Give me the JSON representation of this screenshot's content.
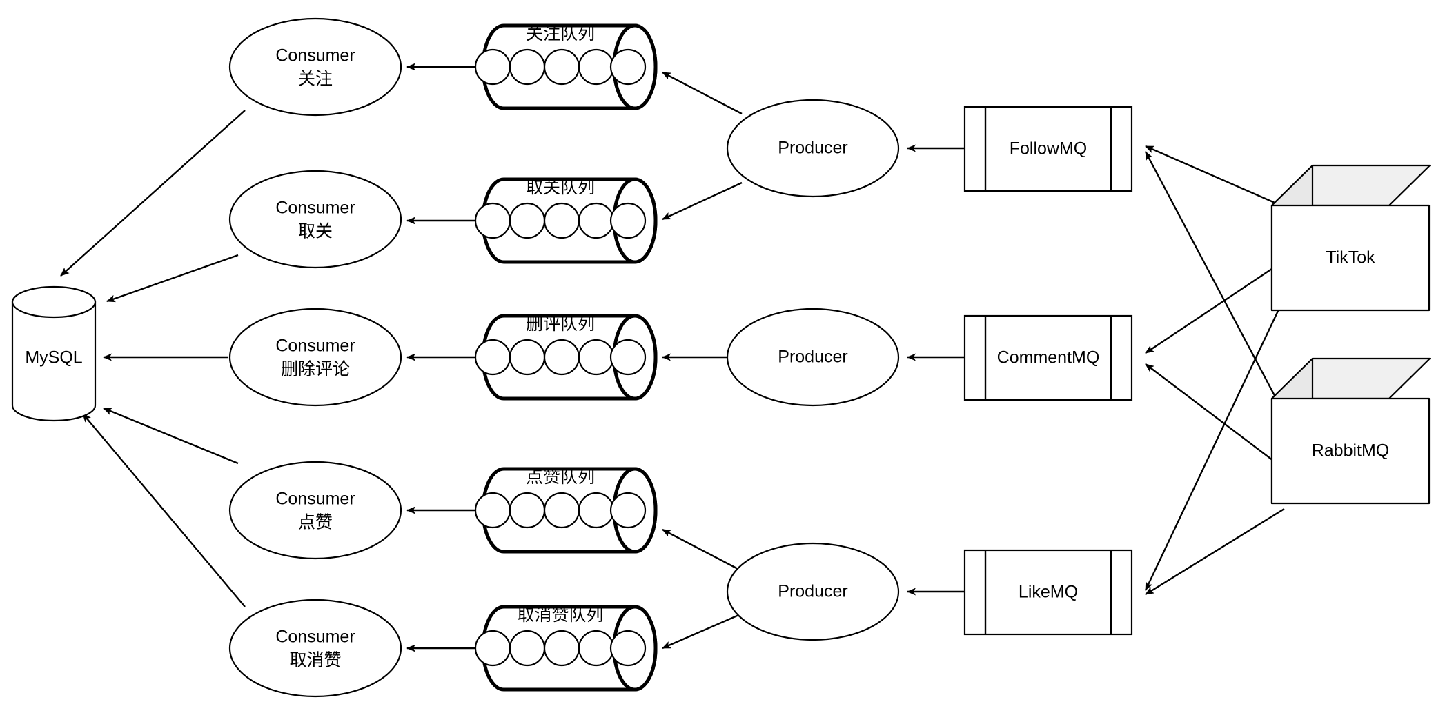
{
  "diagram": {
    "title": "MQ consumer pipeline architecture",
    "colors": {
      "stroke": "#000000",
      "background": "#ffffff",
      "box_shade": "#e8e8e8",
      "box_top": "#f0f0f0"
    },
    "database": {
      "label": "MySQL",
      "shape": "cylinder"
    },
    "consumers": [
      {
        "line1": "Consumer",
        "line2": "关注"
      },
      {
        "line1": "Consumer",
        "line2": "取关"
      },
      {
        "line1": "Consumer",
        "line2": "删除评论"
      },
      {
        "line1": "Consumer",
        "line2": "点赞"
      },
      {
        "line1": "Consumer",
        "line2": "取消赞"
      }
    ],
    "queues": [
      {
        "label": "关注队列",
        "slots": 5
      },
      {
        "label": "取关队列",
        "slots": 5
      },
      {
        "label": "删评队列",
        "slots": 5
      },
      {
        "label": "点赞队列",
        "slots": 5
      },
      {
        "label": "取消赞队列",
        "slots": 5
      }
    ],
    "producers": [
      {
        "label": "Producer"
      },
      {
        "label": "Producer"
      },
      {
        "label": "Producer"
      }
    ],
    "brokers": [
      {
        "label": "FollowMQ"
      },
      {
        "label": "CommentMQ"
      },
      {
        "label": "LikeMQ"
      }
    ],
    "sources": [
      {
        "label": "TikTok"
      },
      {
        "label": "RabbitMQ"
      }
    ]
  }
}
